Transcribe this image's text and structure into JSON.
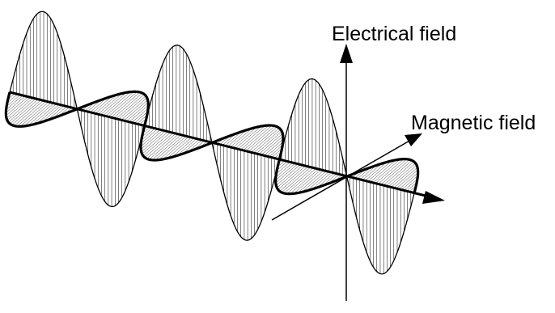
{
  "labels": {
    "electrical_field": "Electrical field",
    "magnetic_field": "Magnetic field"
  },
  "colors": {
    "stroke": "#000000",
    "background": "#ffffff"
  },
  "wave": {
    "electric_half_cycles": 6,
    "magnetic_half_cycles": 6,
    "electric_phase_start": "up",
    "magnetic_phase_start": "up"
  }
}
